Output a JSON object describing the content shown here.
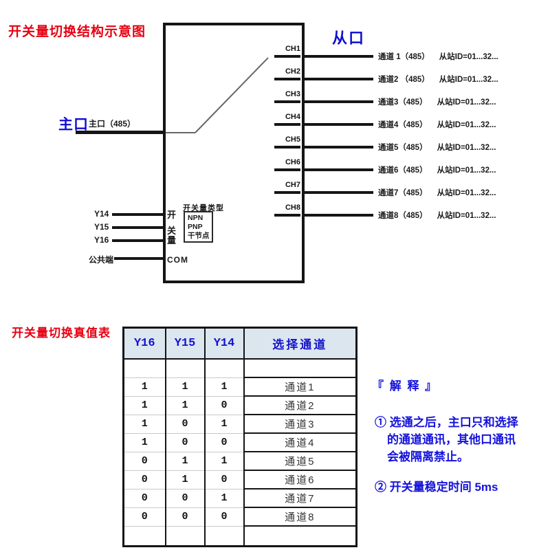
{
  "diagram": {
    "title": "开关量切换结构示意图",
    "master_port": {
      "label": "主口",
      "sublabel": "主口（485）"
    },
    "slave_port_label": "从口",
    "channels": [
      {
        "ch": "CH1",
        "name": "通道 1（485）",
        "id": "从站ID=01...32..."
      },
      {
        "ch": "CH2",
        "name": "通道2 （485）",
        "id": "从站ID=01...32..."
      },
      {
        "ch": "CH3",
        "name": "通道3（485）",
        "id": "从站ID=01...32..."
      },
      {
        "ch": "CH4",
        "name": "通道4（485）",
        "id": "从站ID=01...32..."
      },
      {
        "ch": "CH5",
        "name": "通道5（485）",
        "id": "从站ID=01...32..."
      },
      {
        "ch": "CH6",
        "name": "通道6（485）",
        "id": "从站ID=01...32..."
      },
      {
        "ch": "CH7",
        "name": "通道7（485）",
        "id": "从站ID=01...32..."
      },
      {
        "ch": "CH8",
        "name": "通道8（485）",
        "id": "从站ID=01...32..."
      }
    ],
    "switch_inputs": [
      "Y14",
      "Y15",
      "Y16",
      "公共端"
    ],
    "switch_group_chars": [
      "开",
      "关",
      "量"
    ],
    "switch_type": {
      "title": "开关量类型",
      "options": [
        "NPN",
        "PNP",
        "干节点"
      ]
    },
    "com_label": "COM"
  },
  "truth_table": {
    "title": "开关量切换真值表",
    "headers": [
      "Y16",
      "Y15",
      "Y14",
      "选择通道"
    ],
    "rows": [
      [
        "1",
        "1",
        "1",
        "通道1"
      ],
      [
        "1",
        "1",
        "0",
        "通道2"
      ],
      [
        "1",
        "0",
        "1",
        "通道3"
      ],
      [
        "1",
        "0",
        "0",
        "通道4"
      ],
      [
        "0",
        "1",
        "1",
        "通道5"
      ],
      [
        "0",
        "1",
        "0",
        "通道6"
      ],
      [
        "0",
        "0",
        "1",
        "通道7"
      ],
      [
        "0",
        "0",
        "0",
        "通道8"
      ]
    ]
  },
  "explanation": {
    "title": "『 解 释 』",
    "item1_line1": "① 选通之后，主口只和选择",
    "item1_line2": "的通道通讯，其他口通讯",
    "item1_line3": "会被隔离禁止。",
    "item2": "② 开关量稳定时间 5ms"
  },
  "colors": {
    "title_red": "#e60012",
    "label_blue": "#0d0dd6",
    "explanation_blue": "#1412dc",
    "table_header_bg": "#dce6ef",
    "table_header_text": "#1414cc",
    "line_black": "#151515",
    "grid_faint": "#c9c9c9"
  }
}
